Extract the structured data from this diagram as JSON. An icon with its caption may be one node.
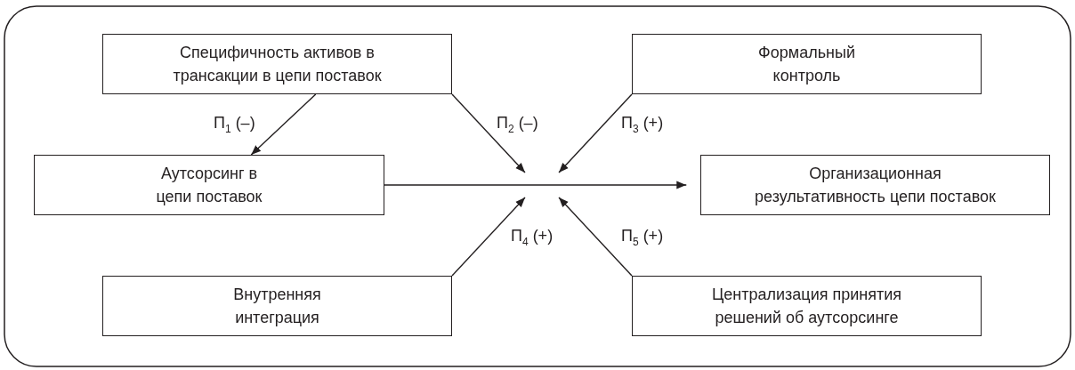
{
  "diagram": {
    "nodes": [
      {
        "text": [
          "Специфичность активов в трансакции в цепи поставок"
        ]
      },
      {
        "text": [
          "Формальный контроль"
        ]
      },
      {
        "text": [
          "Аутсорсинг в цепи поставок"
        ]
      },
      {
        "text": [
          "Организационная результативность цепи поставок"
        ]
      },
      {
        "text": [
          "Внутренняя интеграция"
        ]
      },
      {
        "text": [
          "Централизация принятия решений об аутсорсинге"
        ]
      }
    ],
    "edges": [
      {
        "from": 0,
        "to": 2,
        "arrow": "to",
        "label": "П$_{1}$ (–)"
      },
      {
        "from": 0,
        "to": null,
        "arrow": "to",
        "label": "П$_{2}$ (–)"
      },
      {
        "from": 1,
        "to": null,
        "arrow": "to",
        "label": "П$_{3}$ (+)"
      },
      {
        "from": 2,
        "to": 3,
        "arrow": "to"
      },
      {
        "from": 4,
        "to": null,
        "arrow": "to",
        "label": "П$_{4}$ (+)"
      },
      {
        "from": 5,
        "to": null,
        "arrow": "to",
        "label": "П$_{5}$ (+)"
      }
    ]
  }
}
